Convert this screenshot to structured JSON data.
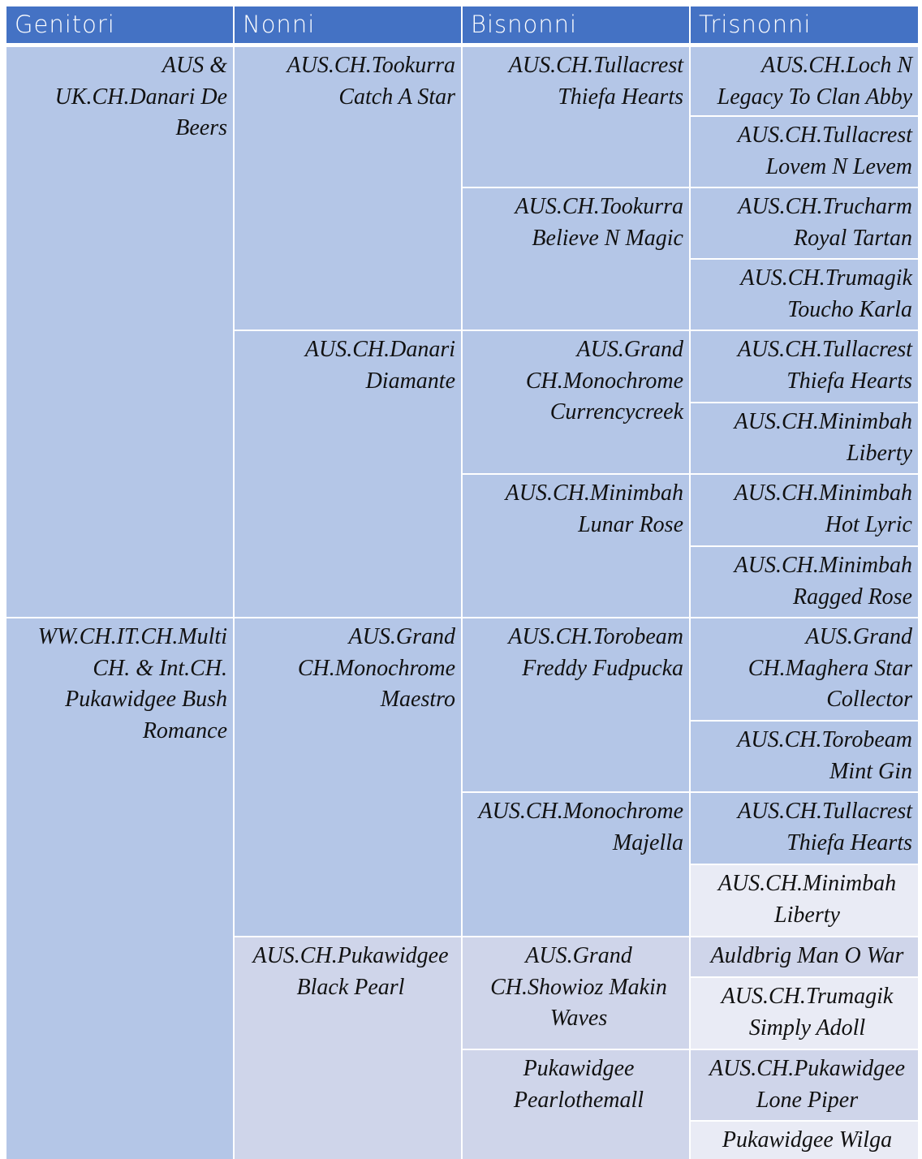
{
  "headers": [
    "Genitori",
    "Nonni",
    "Bisnonni",
    "Trisnonni"
  ],
  "genitori": [
    "AUS & UK.CH.Danari De Beers",
    "WW.CH.IT.CH.Multi CH. & Int.CH. Pukawidgee Bush Romance"
  ],
  "nonni": [
    "AUS.CH.Tookurra Catch A Star",
    "AUS.CH.Danari Diamante",
    "AUS.Grand CH.Monochrome Maestro",
    "AUS.CH.Pukawidgee Black Pearl"
  ],
  "bisnonni": [
    "AUS.CH.Tullacrest Thiefa Hearts",
    "AUS.CH.Tookurra Believe N Magic",
    "AUS.Grand CH.Monochrome Currencycreek",
    "AUS.CH.Minimbah Lunar Rose",
    "AUS.CH.Torobeam Freddy Fudpucka",
    "AUS.CH.Monochrome Majella",
    "AUS.Grand CH.Showioz Makin Waves",
    "Pukawidgee Pearlothemall"
  ],
  "trisnonni": [
    "AUS.CH.Loch N Legacy To Clan Abby",
    "AUS.CH.Tullacrest Lovem N Levem",
    "AUS.CH.Trucharm Royal Tartan",
    "AUS.CH.Trumagik Toucho Karla",
    "AUS.CH.Tullacrest Thiefa Hearts",
    "AUS.CH.Minimbah Liberty",
    "AUS.CH.Minimbah Hot Lyric",
    "AUS.CH.Minimbah Ragged Rose",
    "AUS.Grand CH.Maghera Star Collector",
    "AUS.CH.Torobeam Mint Gin",
    "AUS.CH.Tullacrest Thiefa Hearts",
    "AUS.CH.Minimbah Liberty",
    "Auldbrig Man O War",
    "AUS.CH.Trumagik Simply Adoll",
    "AUS.CH.Pukawidgee Lone Piper",
    "Pukawidgee Wilga"
  ],
  "colors": {
    "header": "#4472c4",
    "cell": "#b4c6e7",
    "cell_mid": "#cfd5ea",
    "cell_light": "#e9ebf5"
  }
}
